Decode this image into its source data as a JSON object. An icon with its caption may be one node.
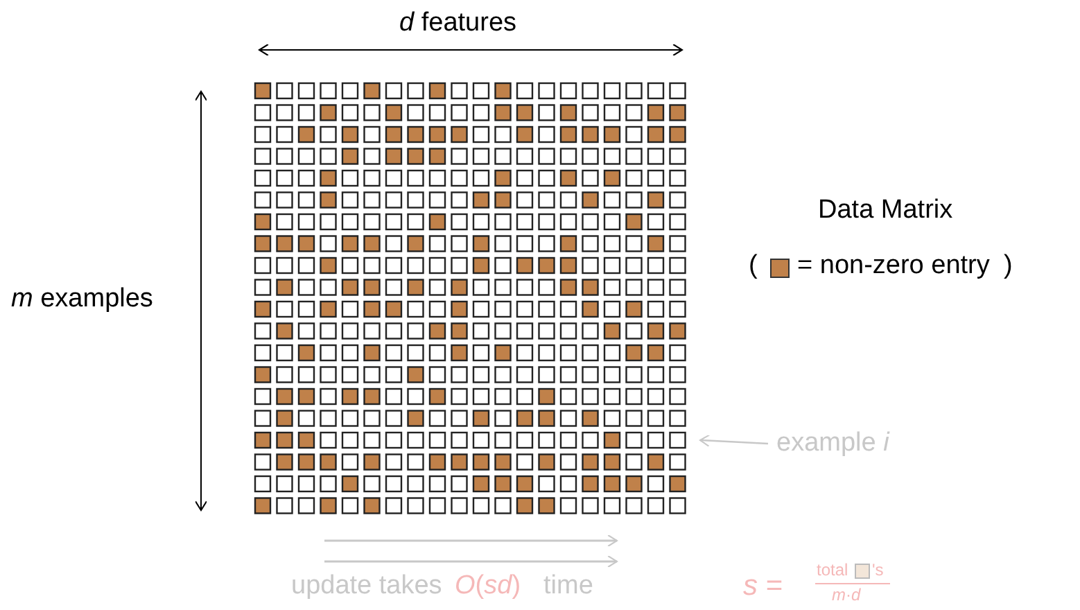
{
  "diagram": {
    "nodes": [
      {
        "text": [
          "example *i*"
        ]
      },
      {
        "text": [],
        "shape": "bar"
      }
    ],
    "edges": [
      {
        "from": 0,
        "to": 1,
        "arrow": "to"
      }
    ],
    "labels": [
      "*d* features",
      "*m* examples",
      "Data Matrix",
      "(",
      ")",
      "update takes",
      "*O*(*sd*)",
      "time",
      "*s* =",
      "total",
      "'s",
      "*m*·*d*"
    ],
    "legend": [
      {
        "text": "= non-zero entry",
        "color": "#c0814a"
      }
    ]
  }
}
